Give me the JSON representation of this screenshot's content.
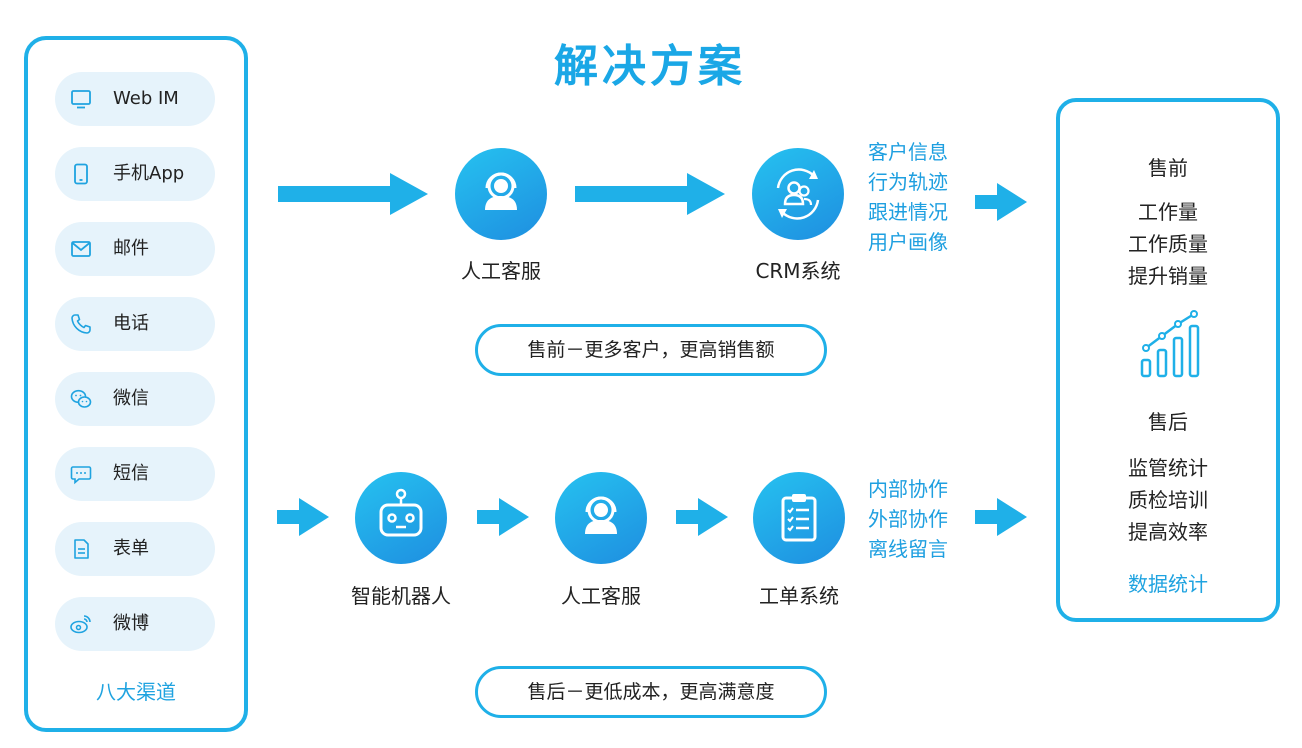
{
  "title": "解决方案",
  "channels": {
    "items": [
      {
        "label": "Web IM",
        "icon": "monitor-icon"
      },
      {
        "label": "手机App",
        "icon": "mobile-phone-icon"
      },
      {
        "label": "邮件",
        "icon": "envelope-icon"
      },
      {
        "label": "电话",
        "icon": "phone-icon"
      },
      {
        "label": "微信",
        "icon": "wechat-icon"
      },
      {
        "label": "短信",
        "icon": "sms-icon"
      },
      {
        "label": "表单",
        "icon": "form-document-icon"
      },
      {
        "label": "微博",
        "icon": "weibo-icon"
      }
    ],
    "caption": "八大渠道"
  },
  "presale": {
    "agent_label": "人工客服",
    "crm_label": "CRM系统",
    "info": [
      "客户信息",
      "行为轨迹",
      "跟进情况",
      "用户画像"
    ],
    "pill": "售前－更多客户，更高销售额"
  },
  "aftersale": {
    "robot_label": "智能机器人",
    "agent_label": "人工客服",
    "ticket_label": "工单系统",
    "info": [
      "内部协作",
      "外部协作",
      "离线留言"
    ],
    "pill": "售后－更低成本，更高满意度"
  },
  "results": {
    "presale_heading": "售前",
    "presale_items": [
      "工作量",
      "工作质量",
      "提升销量"
    ],
    "aftersale_heading": "售后",
    "aftersale_items": [
      "监管统计",
      "质检培训",
      "提高效率"
    ],
    "caption": "数据统计"
  },
  "colors": {
    "accent": "#1fb0e8",
    "accent_dark": "#1e8ee0",
    "channel_bg": "#e6f3fb",
    "text": "#222222"
  }
}
